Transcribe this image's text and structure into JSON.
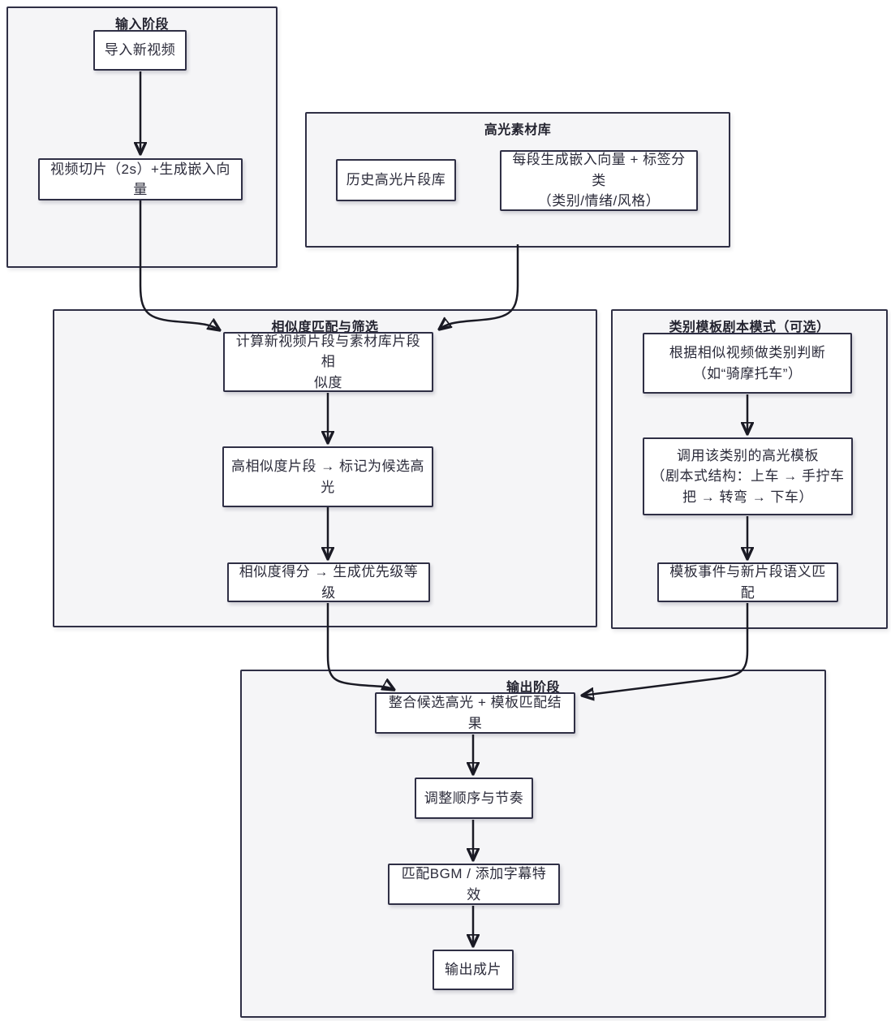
{
  "diagram": {
    "colors": {
      "border": "#2f2f45",
      "container_fill": "#f5f5f7",
      "node_fill": "#ffffff",
      "text": "#2b2b3a",
      "arrow": "#1a1a24"
    },
    "groups": [
      {
        "title": "输入阶段",
        "nodes": [
          {
            "label": "导入新视频"
          },
          {
            "label": "视频切片（2s）+生成嵌入向量"
          }
        ]
      },
      {
        "title": "高光素材库",
        "nodes": [
          {
            "label": "历史高光片段库"
          },
          {
            "label": "每段生成嵌入向量 + 标签分类\n（类别/情绪/风格）"
          }
        ]
      },
      {
        "title": "相似度匹配与筛选",
        "nodes": [
          {
            "label": "计算新视频片段与素材库片段相\n似度"
          },
          {
            "label": "高相似度片段 → 标记为候选高\n光"
          },
          {
            "label": "相似度得分 → 生成优先级等级"
          }
        ]
      },
      {
        "title": "类别模板剧本模式（可选）",
        "nodes": [
          {
            "label": "根据相似视频做类别判断\n（如“骑摩托车”）"
          },
          {
            "label": "调用该类别的高光模板\n（剧本式结构：上车 → 手拧车\n把 → 转弯 → 下车）"
          },
          {
            "label": "模板事件与新片段语义匹配"
          }
        ]
      },
      {
        "title": "输出阶段",
        "nodes": [
          {
            "label": "整合候选高光 + 模板匹配结果"
          },
          {
            "label": "调整顺序与节奏"
          },
          {
            "label": "匹配BGM / 添加字幕特效"
          },
          {
            "label": "输出成片"
          }
        ]
      }
    ]
  }
}
